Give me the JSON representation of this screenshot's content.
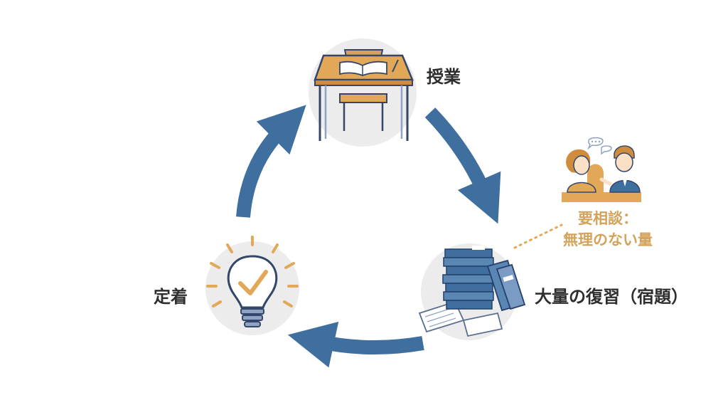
{
  "colors": {
    "arrow": "#3f6f9e",
    "accent": "#e3a857",
    "node_bg": "#ececec",
    "consult_text": "#d4a35b",
    "text": "#2e2e2e"
  },
  "nodes": {
    "lesson": {
      "label": "授業",
      "icon": "desk-icon"
    },
    "review": {
      "label": "大量の復習（宿題）",
      "icon": "books-icon"
    },
    "retention": {
      "label": "定着",
      "icon": "lightbulb-check-icon"
    }
  },
  "consultation": {
    "line1": "要相談：",
    "line2": "無理のない量",
    "icon": "teacher-student-icon"
  },
  "cycle": {
    "direction": "clockwise",
    "arrow_count": 3
  }
}
